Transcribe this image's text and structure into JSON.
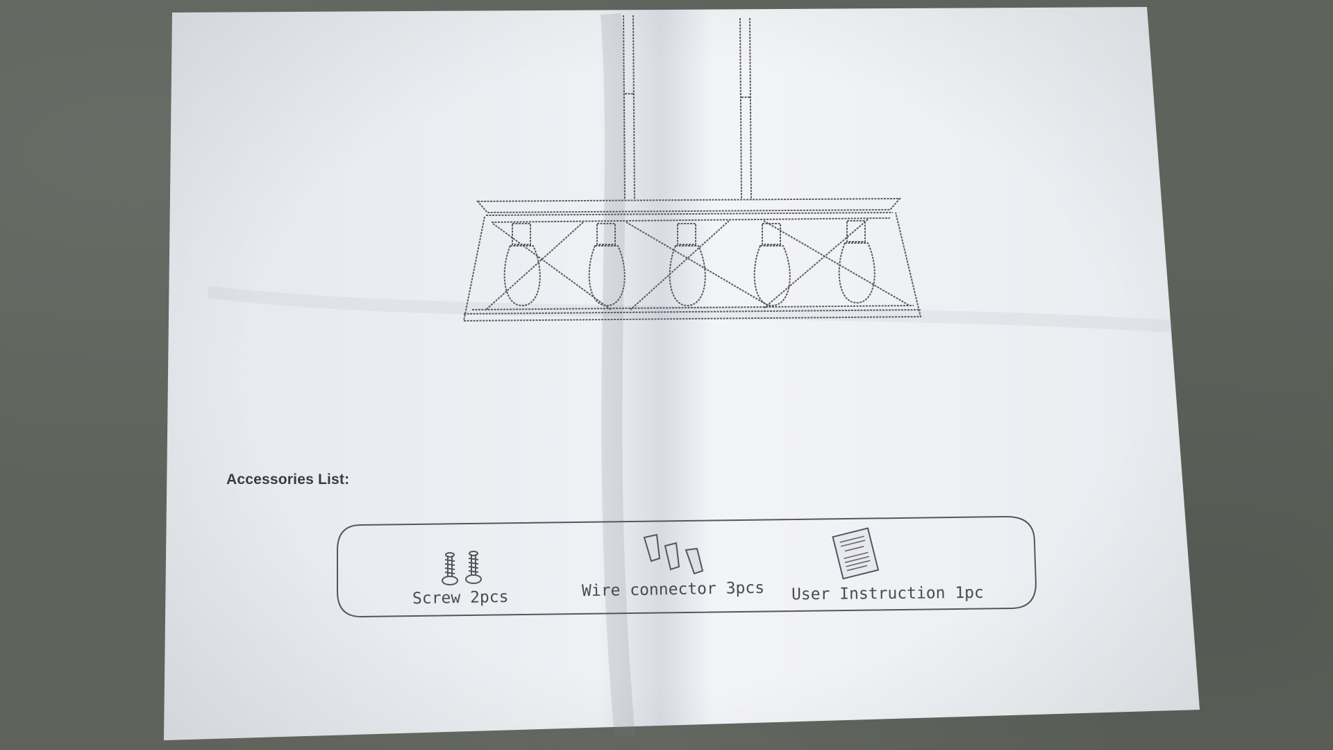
{
  "document": {
    "heading": "Accessories List:",
    "items": [
      {
        "label": "Screw 2pcs",
        "icon": "screw-icon"
      },
      {
        "label": "Wire connector 3pcs",
        "icon": "wire-connector-icon"
      },
      {
        "label": "User Instruction 1pc",
        "icon": "instruction-booklet-icon"
      }
    ]
  },
  "colors": {
    "background": "#5f635c",
    "paper": "#eceef2",
    "ink": "#4a4a50"
  }
}
